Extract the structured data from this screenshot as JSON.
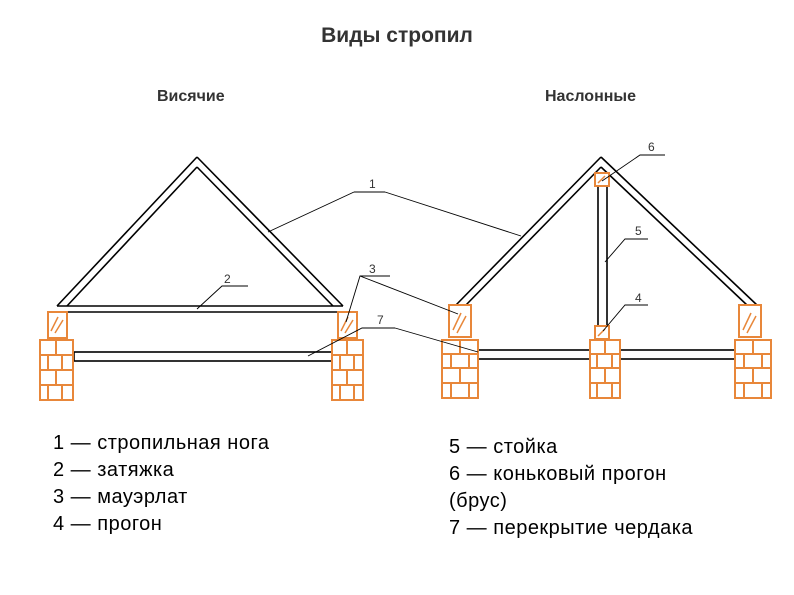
{
  "title": "Виды стропил",
  "left_subtitle": "Висячие",
  "right_subtitle": "Наслонные",
  "callouts": [
    "1",
    "2",
    "3",
    "4",
    "5",
    "6",
    "7"
  ],
  "legend_left": [
    "1 — стропильная нога",
    "2 — затяжка",
    "3 — мауэрлат",
    "4 — прогон"
  ],
  "legend_right": [
    "5 — стойка",
    "6 — коньковый прогон",
    "(брус)",
    "7 — перекрытие чердака"
  ],
  "colors": {
    "brick": "#e8873a",
    "line": "#000000",
    "text": "#333333"
  }
}
